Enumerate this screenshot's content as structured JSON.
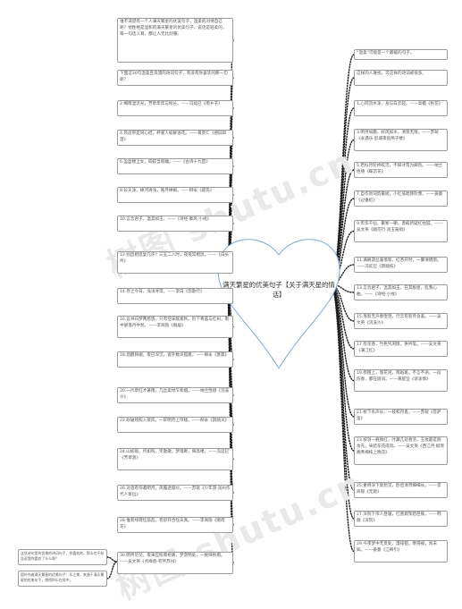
{
  "center": {
    "title": "满天繁星的优美句子【关于满天星的情话】"
  },
  "watermark": "树图 shutu.cn",
  "left_nodes": [
    "谁不渴望有一个人满天繁星的优美句子，温柔的对待自己呢？他性格是温和的满天繁星的优美句子，说话是轻柔的，每一句话入耳，都让人无比舒服。",
    "下面这30句温柔且浪漫的诗词句子，有没有你喜欢的那一句呢？",
    "2.细雨湿流光，芳草年年与恨长。——冯延巳《南乡子》",
    "4.风前带是同心结，杯底人如解语花。——黄景仁《感旧四首》",
    "6.盈盈楼上女，皎皎当窗牖。——《古诗十九首》",
    "8.长天净，绛河清浅，皓月婵娟。——柳永《戚氏》",
    "10.言念君子，温其如玉。——《诗经·秦风·小戎》",
    "12.别后相思复几许？三五二八时，夜夜常相思。——《白头吟》",
    "14.存之今日，浅浅寻常。——李白《怨歌行》",
    "16.远书归梦两悠悠，只有空床敌素秋。阶下青苔与红树，雨中寥落月中愁。——李商隐《端居》",
    "18.酒醒将阑，夜已深沉，窗外数声孤雁。——柳永《塞孤》",
    "20.一片草红才著雨，几丝柔绿乍和烟。——纳兰性德《浣溪沙》",
    "22.砍破残照入夜风，一轩明月上帘栊。——柳永《鹊踏天》",
    "24.山如眉，月如钩，笑歌散，梦魂断，倚高楼。——冯延巳《芳草渡》",
    "26.对酒卷帘邀明月，风露透窗纱。——苏轼《少年游·润州作代人寄远》",
    "28.惟有绿荷红菡萏，卷舒开合任天真。——李商隐《赠荷花》",
    "30.明月茫茫，夜来应照南桥路，梦游熟处，一枕啼秋雨。——吴文英《点绛唇·有怀苏州》"
  ],
  "bottom_notes": [
    "这些诗句里的优美的诗词句子，你喜欢的，那么也不妨告诉我你喜欢了什么呢？",
    "国外作者满天繁星的优美句子：乐之美，来源于满天繁星的优美句子，想得你乐在其中。"
  ],
  "right_nodes": [
    "“温柔”可能是一个最暖的句子。",
    "这样的人难找，可这样的诗词却很多。",
    "1.心同流水净，身与白云轻。——高蟾《秋花》",
    "3.明月如霜，好风如水，清景无限。——苏轼《永遇乐·彭城夜宿燕子楼》",
    "5.若似月轮终皎洁，不辞冰雪为卿热。——纳兰性德《蝶恋花》",
    "7.自作新词韵最娇，小红低唱我吹箫。——姜夔《过垂虹》",
    "9.年华千仙，聚冢一朝，香殿新疑红柱园。——吴文英《踏莎行·润玉笼绡》",
    "11.满眼游丝兼落絮，红杏开时，一霎清明雨。——冯延巳《鹊踏枝》",
    "13.言念君子，温其如玉。在其板屋，乱我心曲。——《诗经·小戎》",
    "15.落絮无声春堕泪，行云有影月含羞。——吴文英《浣溪沙》",
    "17.有花香，竹色凭闲情，供吟笔。——吴文英《满江红》",
    "19.南陌上，落花闲，雨斑斑。不言不语，一段伤春，都在眉间。——黄庭坚《诉衷情》",
    "21.桥下水声长，一枝和月香。——苏轼《菩萨蛮》",
    "23.枝袅一痕微红，叶藏几处春浓。玉妆最是晓妆先，采结东花成凤。——吴文英《西江月·赋瑶圃青梅枝上晚花》",
    "25.重帏深下莫愁堂，卧后清宵细细长。——李商隐《无题》",
    "27.深院下帘人昼寝，红蔷薇架碧芭蕉。——韩偓《深院》",
    "29.今夜梦中无觅处，漫徘徊，寒侵被，尚未知。——姜夔《江梅引》"
  ],
  "colors": {
    "heart_stroke": "#7fa9d8",
    "connector": "#1a1a1a",
    "node_border": "#9c9c9c",
    "text": "#555555"
  }
}
